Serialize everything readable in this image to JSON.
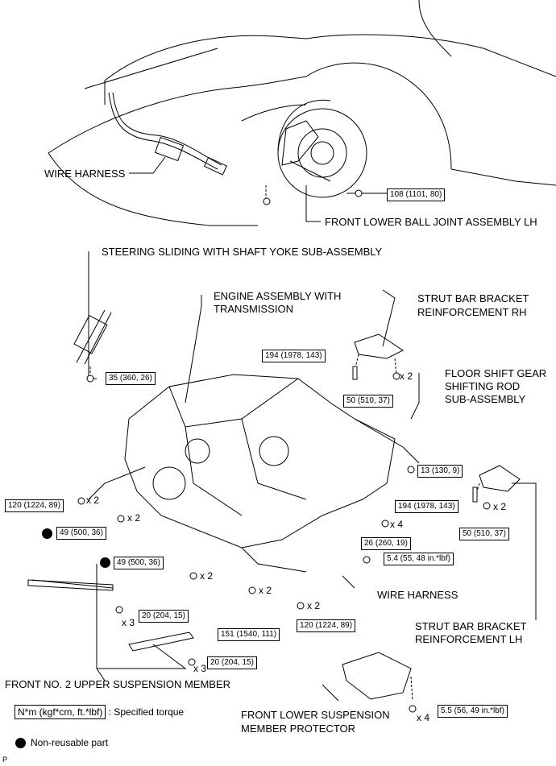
{
  "labels": {
    "wire_harness_top": "WIRE HARNESS",
    "front_lower_ball_joint": "FRONT LOWER BALL JOINT ASSEMBLY LH",
    "steering_sliding": "STEERING SLIDING WITH SHAFT YOKE SUB-ASSEMBLY",
    "engine_line1": "ENGINE ASSEMBLY WITH",
    "engine_line2": "TRANSMISSION",
    "strut_rh_line1": "STRUT BAR BRACKET",
    "strut_rh_line2": "REINFORCEMENT RH",
    "floor_shift_line1": "FLOOR SHIFT GEAR",
    "floor_shift_line2": "SHIFTING ROD",
    "floor_shift_line3": "SUB-ASSEMBLY",
    "wire_harness_mid": "WIRE HARNESS",
    "strut_lh_line1": "STRUT BAR BRACKET",
    "strut_lh_line2": "REINFORCEMENT LH",
    "front_no2_upper": "FRONT NO. 2 UPPER SUSPENSION MEMBER",
    "protector_line1": "FRONT LOWER SUSPENSION",
    "protector_line2": "MEMBER PROTECTOR"
  },
  "torques": {
    "t108": "108 (1101, 80)",
    "t35": "35 (360, 26)",
    "t194_rh": "194 (1978, 143)",
    "t50_rh": "50 (510, 37)",
    "t13": "13 (130, 9)",
    "t120_left": "120 (1224, 89)",
    "t49_a": "49 (500, 36)",
    "t194_lh": "194 (1978, 143)",
    "t50_lh": "50 (510, 37)",
    "t26": "26 (260, 19)",
    "t49_b": "49 (500, 36)",
    "t54": "5.4 (55, 48 in.*lbf)",
    "t20_a": "20 (204, 15)",
    "t151": "151 (1540, 111)",
    "t120_bottom": "120 (1224, 89)",
    "t20_b": "20 (204, 15)",
    "t55": "5.5 (56, 49 in.*lbf)"
  },
  "multipliers": {
    "x2_rh": "x 2",
    "x2_120": "x 2",
    "x2_49a": "x 2",
    "x2_lh": "x 2",
    "x4_26": "x 4",
    "x2_49b": "x 2",
    "x3_a": "x 3",
    "x2_151": "x 2",
    "x2_120b": "x 2",
    "x3_b": "x 3",
    "x4_55": "x 4"
  },
  "legend": {
    "unit_box": "N*m (kgf*cm, ft.*lbf)",
    "unit_desc": ": Specified torque",
    "nonreusable": "Non-reusable part"
  },
  "corner": "P"
}
